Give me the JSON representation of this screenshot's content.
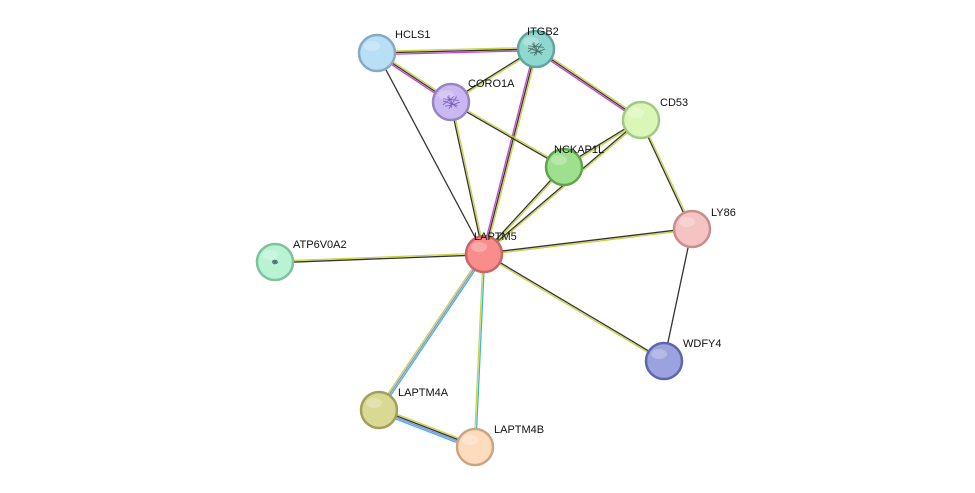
{
  "nodes": [
    {
      "id": "LAPTM5",
      "label": "LAPTM5",
      "color": "#f98d8d",
      "stroke": "#c96565",
      "query": true
    },
    {
      "id": "HCLS1",
      "label": "HCLS1",
      "color": "#b9dff7",
      "stroke": "#86a9c4"
    },
    {
      "id": "ITGB2",
      "label": "ITGB2",
      "color": "#8fd8cf",
      "stroke": "#5fa79d",
      "structure": true
    },
    {
      "id": "CORO1A",
      "label": "CORO1A",
      "color": "#c9b8f2",
      "stroke": "#9685c0",
      "structure": true
    },
    {
      "id": "CD53",
      "label": "CD53",
      "color": "#dbf7b7",
      "stroke": "#a3c784"
    },
    {
      "id": "NCKAP1L",
      "label": "NCKAP1L",
      "color": "#9fe08e",
      "stroke": "#5fa54d"
    },
    {
      "id": "LY86",
      "label": "LY86",
      "color": "#f6c3c3",
      "stroke": "#c68e8e"
    },
    {
      "id": "ATP6V0A2",
      "label": "ATP6V0A2",
      "color": "#b8f3d4",
      "stroke": "#7fc29e",
      "structure": true
    },
    {
      "id": "WDFY4",
      "label": "WDFY4",
      "color": "#9aa3e0",
      "stroke": "#5c66ad"
    },
    {
      "id": "LAPTM4A",
      "label": "LAPTM4A",
      "color": "#d9d993",
      "stroke": "#a0a05c"
    },
    {
      "id": "LAPTM4B",
      "label": "LAPTM4B",
      "color": "#fddcbd",
      "stroke": "#caa583"
    }
  ],
  "edges": [
    {
      "source": "HCLS1",
      "target": "ITGB2",
      "evidence": [
        "#c9d444",
        "#333333",
        "#cc44cc"
      ]
    },
    {
      "source": "HCLS1",
      "target": "CORO1A",
      "evidence": [
        "#c9d444",
        "#333333",
        "#cc44cc"
      ]
    },
    {
      "source": "HCLS1",
      "target": "LAPTM5",
      "evidence": [
        "#333333"
      ]
    },
    {
      "source": "ITGB2",
      "target": "CORO1A",
      "evidence": [
        "#c9d444",
        "#333333"
      ]
    },
    {
      "source": "ITGB2",
      "target": "CD53",
      "evidence": [
        "#c9d444",
        "#333333",
        "#cc44cc"
      ]
    },
    {
      "source": "ITGB2",
      "target": "LAPTM5",
      "evidence": [
        "#c9d444",
        "#333333",
        "#cc44cc"
      ]
    },
    {
      "source": "CORO1A",
      "target": "NCKAP1L",
      "evidence": [
        "#c9d444",
        "#333333"
      ]
    },
    {
      "source": "CORO1A",
      "target": "LAPTM5",
      "evidence": [
        "#c9d444",
        "#333333"
      ]
    },
    {
      "source": "CD53",
      "target": "NCKAP1L",
      "evidence": [
        "#c9d444",
        "#333333"
      ]
    },
    {
      "source": "CD53",
      "target": "LY86",
      "evidence": [
        "#c9d444",
        "#333333"
      ]
    },
    {
      "source": "CD53",
      "target": "LAPTM5",
      "evidence": [
        "#c9d444",
        "#333333"
      ]
    },
    {
      "source": "NCKAP1L",
      "target": "LAPTM5",
      "evidence": [
        "#c9d444",
        "#333333"
      ]
    },
    {
      "source": "LY86",
      "target": "LAPTM5",
      "evidence": [
        "#c9d444",
        "#333333"
      ]
    },
    {
      "source": "LY86",
      "target": "WDFY4",
      "evidence": [
        "#333333"
      ]
    },
    {
      "source": "ATP6V0A2",
      "target": "LAPTM5",
      "evidence": [
        "#c9d444",
        "#333333"
      ]
    },
    {
      "source": "WDFY4",
      "target": "LAPTM5",
      "evidence": [
        "#c9d444",
        "#333333"
      ]
    },
    {
      "source": "LAPTM4A",
      "target": "LAPTM5",
      "evidence": [
        "#c9d444",
        "#8a8ae0",
        "#3fb8c8"
      ]
    },
    {
      "source": "LAPTM4B",
      "target": "LAPTM5",
      "evidence": [
        "#c9d444",
        "#3fb8c8"
      ]
    },
    {
      "source": "LAPTM4A",
      "target": "LAPTM4B",
      "evidence": [
        "#c9d444",
        "#333333",
        "#8a8ae0",
        "#3fb8c8"
      ]
    }
  ]
}
